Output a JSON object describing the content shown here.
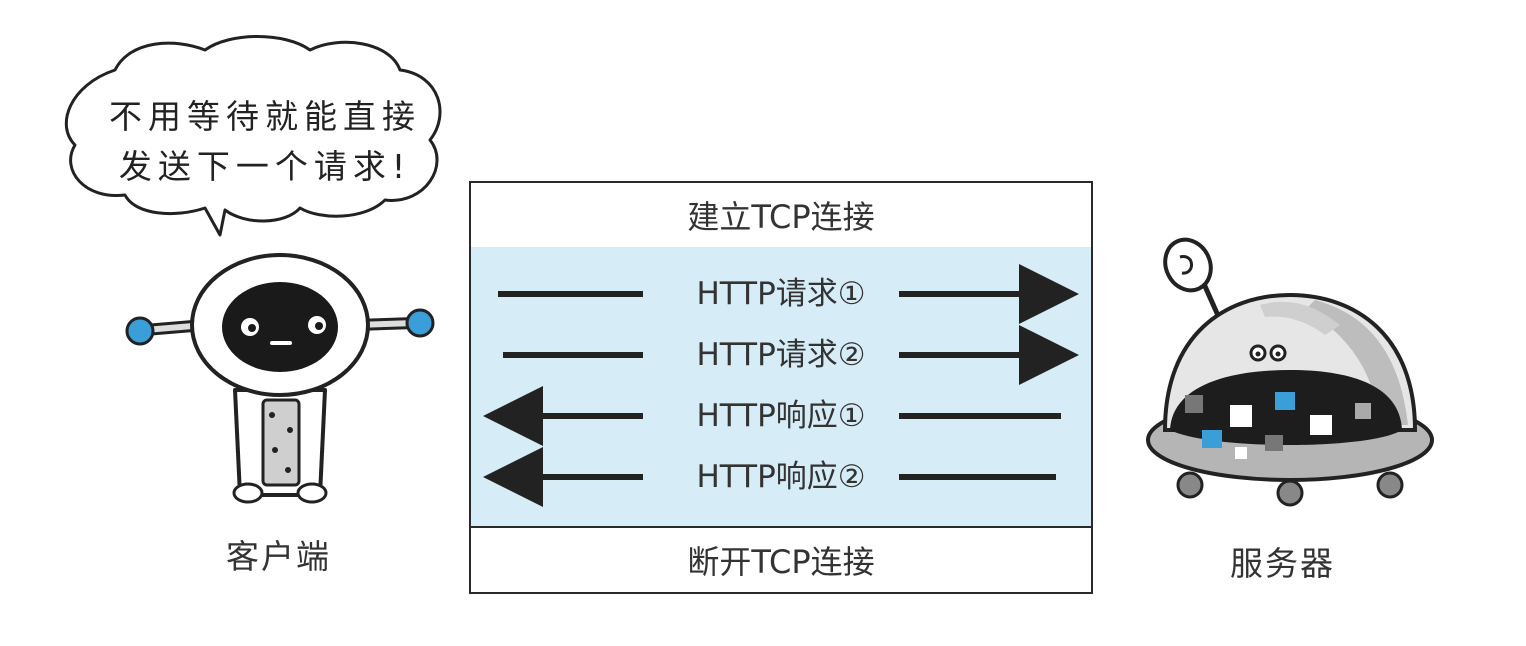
{
  "client": {
    "speech": [
      "不用等待就能直接",
      "发送下一个请求!"
    ],
    "label": "客户端"
  },
  "connection": {
    "open": "建立TCP连接",
    "close": "断开TCP连接",
    "messages": [
      {
        "label": "HTTP请求①",
        "direction": "to-server"
      },
      {
        "label": "HTTP请求②",
        "direction": "to-server"
      },
      {
        "label": "HTTP响应①",
        "direction": "to-client"
      },
      {
        "label": "HTTP响应②",
        "direction": "to-client"
      }
    ]
  },
  "server": {
    "label": "服务器"
  },
  "colors": {
    "flow_bg": "#d6ecf7",
    "accent_blue": "#3a9fd8",
    "ink": "#222222"
  }
}
